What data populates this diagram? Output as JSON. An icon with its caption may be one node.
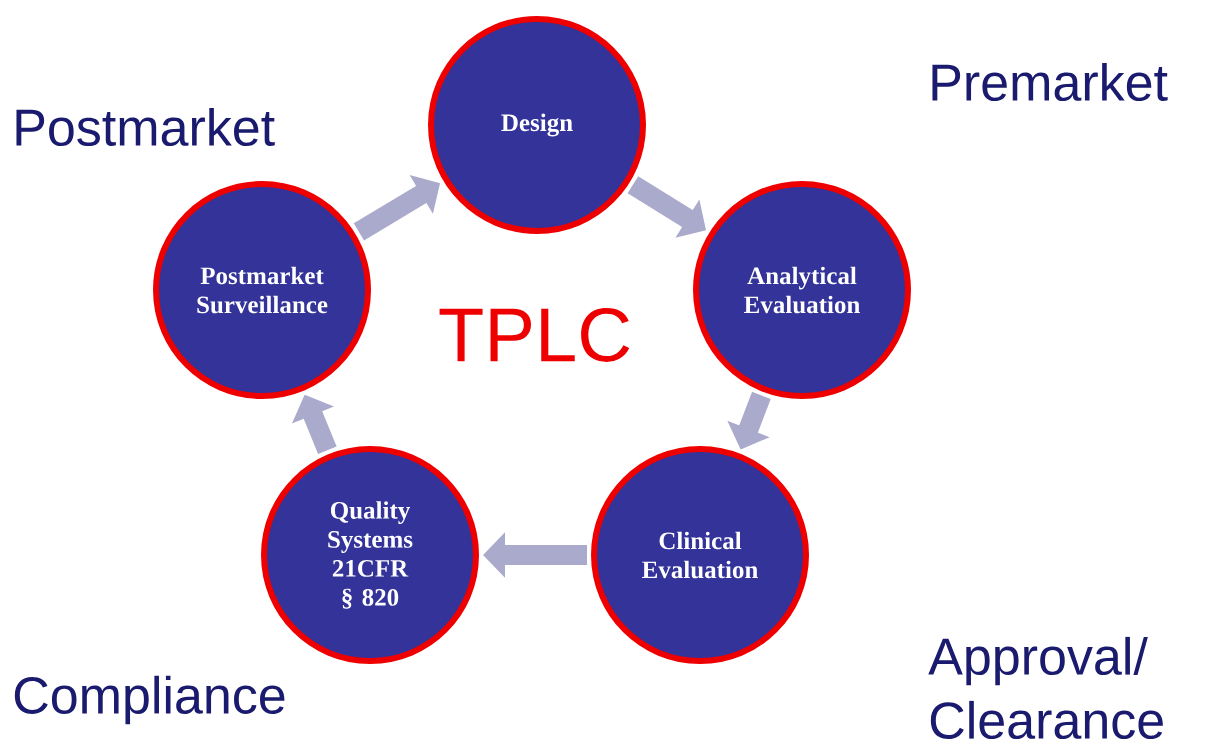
{
  "diagram": {
    "nodes": [
      {
        "text": [
          "Design"
        ]
      },
      {
        "text": [
          "Analytical Evaluation"
        ]
      },
      {
        "text": [
          "Clinical Evaluation"
        ]
      },
      {
        "text": [
          "Quality Systems 21CFR § 820"
        ]
      },
      {
        "text": [
          "Postmarket Surveillance"
        ]
      }
    ],
    "edges": [
      {
        "from": 0,
        "to": 1,
        "arrow": "to"
      },
      {
        "from": 1,
        "to": 2,
        "arrow": "to"
      },
      {
        "from": 2,
        "to": 3,
        "arrow": "to"
      },
      {
        "from": 3,
        "to": 4,
        "arrow": "to"
      },
      {
        "from": 4,
        "to": 0,
        "arrow": "to"
      }
    ],
    "labels": [
      "Premarket",
      "Postmarket",
      "TPLC",
      "Approval/ Clearance",
      "Compliance"
    ]
  }
}
